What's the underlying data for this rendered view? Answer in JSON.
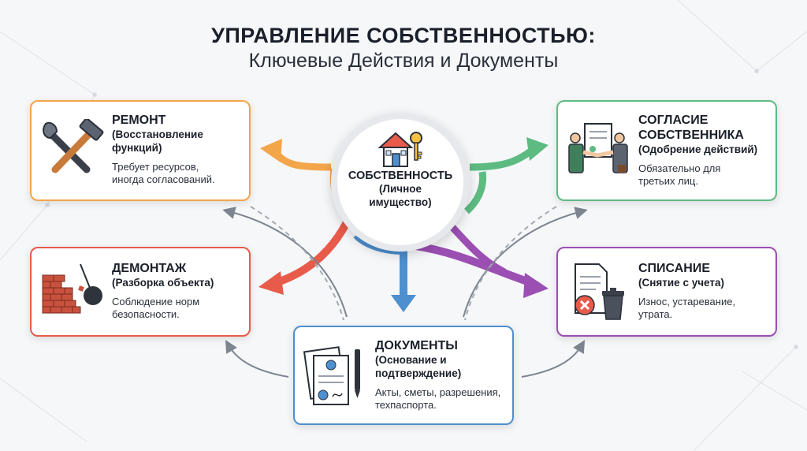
{
  "header": {
    "title": "УПРАВЛЕНИЕ СОБСТВЕННОСТЬЮ:",
    "subtitle": "Ключевые Действия и Документы"
  },
  "center": {
    "title": "СОБСТВЕННОСТЬ",
    "subtitle_line1": "(Личное",
    "subtitle_line2": "имущество)",
    "icon": "house-key-icon"
  },
  "cards": {
    "repair": {
      "title": "РЕМОНТ",
      "subtitle_line1": "(Восстановление",
      "subtitle_line2": "функций)",
      "desc_line1": "Требует ресурсов,",
      "desc_line2": "иногда согласований.",
      "icon": "wrench-hammer-icon",
      "color": "#f3a54a"
    },
    "consent": {
      "title_line1": "СОГЛАСИЕ",
      "title_line2": "СОБСТВЕННИКА",
      "subtitle": "(Одобрение действий)",
      "desc_line1": "Обязательно для",
      "desc_line2": "третьих лиц.",
      "icon": "handshake-icon",
      "color": "#5dbb82"
    },
    "demolish": {
      "title": "ДЕМОНТАЖ",
      "subtitle": "(Разборка объекта)",
      "desc_line1": "Соблюдение норм",
      "desc_line2": "безопасности.",
      "icon": "wrecking-ball-icon",
      "color": "#e85b4a"
    },
    "writeoff": {
      "title": "СПИСАНИЕ",
      "subtitle": "(Снятие с учета)",
      "desc_line1": "Износ, устаревание,",
      "desc_line2": "утрата.",
      "icon": "trash-document-icon",
      "color": "#9b4fb3"
    },
    "docs": {
      "title": "ДОКУМЕНТЫ",
      "subtitle_line1": "(Основание и",
      "subtitle_line2": "подтверждение)",
      "desc_line1": "Акты, сметы, разрешения,",
      "desc_line2": "техпаспорта.",
      "icon": "documents-icon",
      "color": "#4d8fcf"
    }
  }
}
